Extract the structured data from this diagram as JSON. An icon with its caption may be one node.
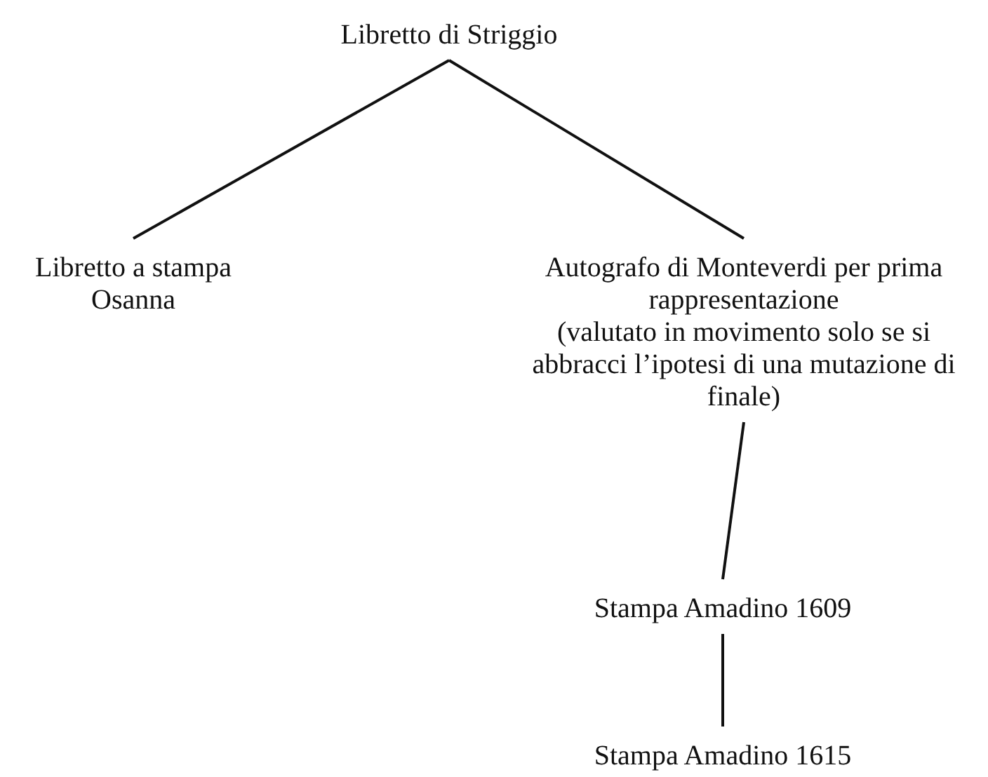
{
  "diagram": {
    "nodes": [
      {
        "text": [
          "Libretto di Striggio"
        ]
      },
      {
        "text": [
          "Libretto a stampa Osanna"
        ]
      },
      {
        "text": [
          "Autografo di Monteverdi per prima rappresentazione",
          "(valutato in movimento solo se si abbracci l’ipotesi di una mutazione di finale)"
        ]
      },
      {
        "text": [
          "Stampa Amadino 1609"
        ]
      },
      {
        "text": [
          "Stampa Amadino 1615"
        ]
      }
    ],
    "edges": [
      {
        "from": 0,
        "to": 1,
        "arrow": "none"
      },
      {
        "from": 0,
        "to": 2,
        "arrow": "none"
      },
      {
        "from": 2,
        "to": 3,
        "arrow": "none"
      },
      {
        "from": 3,
        "to": 4,
        "arrow": "none"
      }
    ]
  }
}
